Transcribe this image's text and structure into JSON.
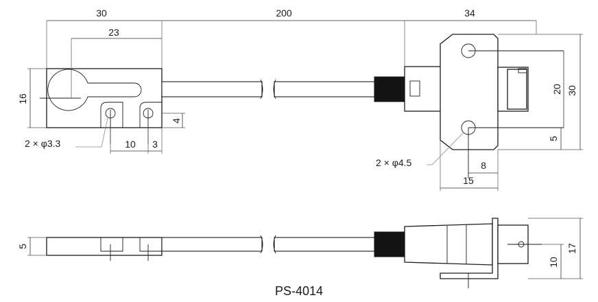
{
  "title": "PS-4014",
  "top_view": {
    "dimensions": {
      "sensor_length": "30",
      "hole_span": "23",
      "cable_length": "200",
      "connector_length": "34",
      "sensor_height": "16",
      "slot_bottom_offset": "4",
      "hole_pitch": "10",
      "hole_edge_offset": "3",
      "connector_hole_pitch": "20",
      "flange_height": "30",
      "flange_hole_edge": "5",
      "flange_hole_offset_x": "8",
      "flange_width": "15"
    },
    "callouts": {
      "sensor_holes": "2 × φ3.3",
      "flange_holes": "2 × φ4.5"
    }
  },
  "side_view": {
    "dimensions": {
      "sensor_thickness": "5",
      "bnc_center_height": "10",
      "connector_height": "17"
    }
  }
}
